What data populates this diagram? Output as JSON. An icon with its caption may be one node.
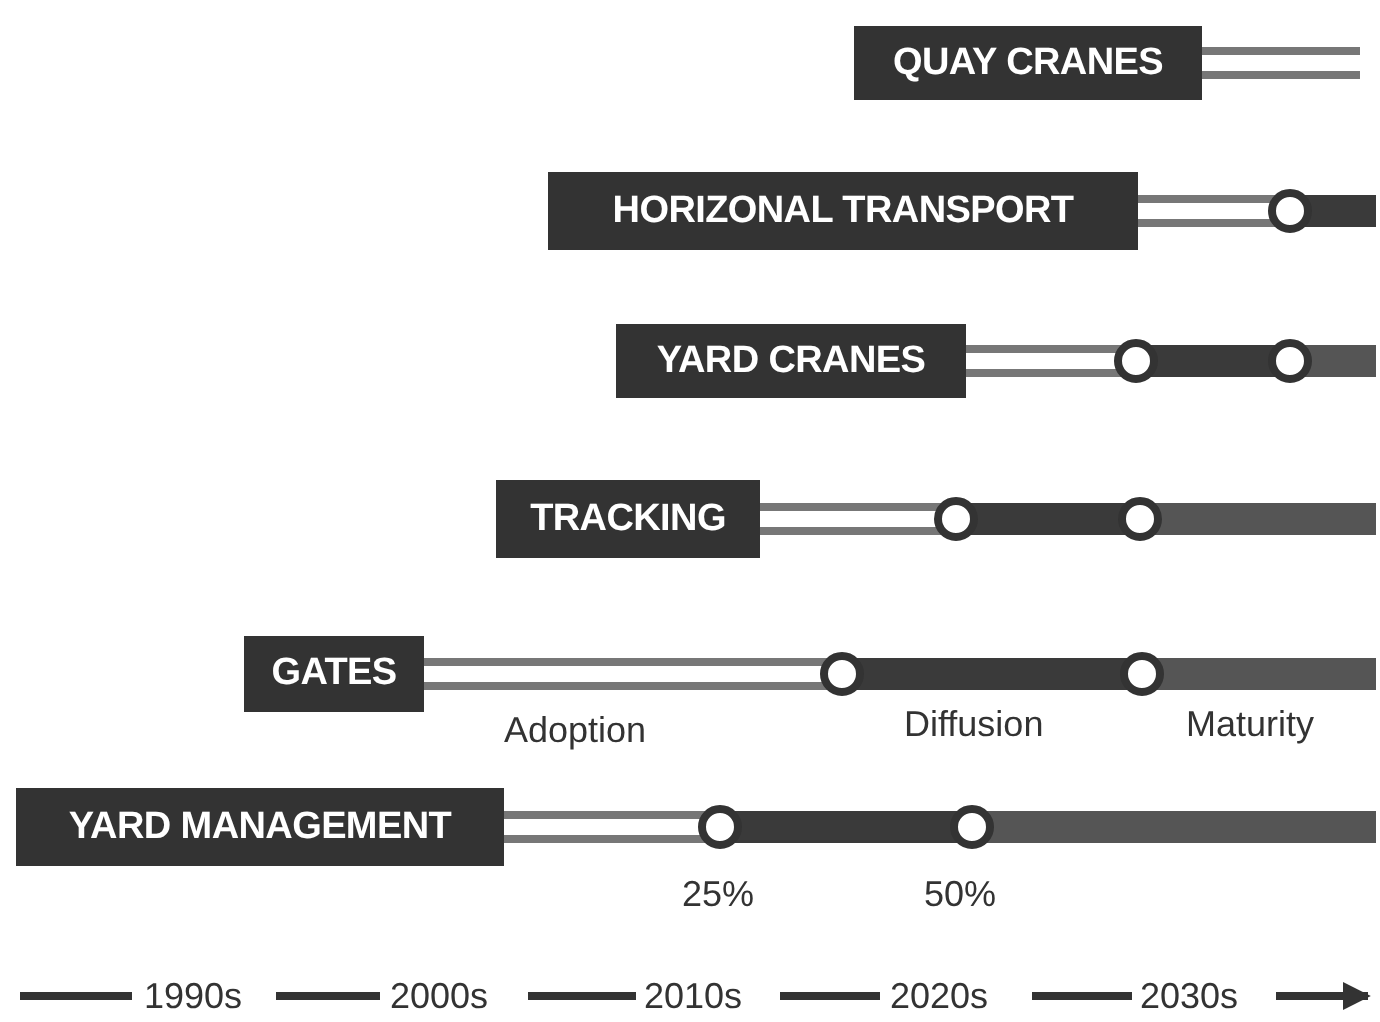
{
  "diagram": {
    "nodes": [
      {
        "text": [
          "QUAY CRANES"
        ]
      },
      {
        "text": [
          "HORIZONAL TRANSPORT"
        ]
      },
      {
        "text": [
          "YARD CRANES"
        ]
      },
      {
        "text": [
          "TRACKING"
        ]
      },
      {
        "text": [
          "GATES"
        ]
      },
      {
        "text": [
          "YARD MANAGEMENT"
        ]
      }
    ],
    "labels": [
      "Adoption",
      "Diffusion",
      "Maturity",
      "25%",
      "50%",
      "1990s",
      "2000s",
      "2010s",
      "2020s",
      "2030s"
    ]
  }
}
